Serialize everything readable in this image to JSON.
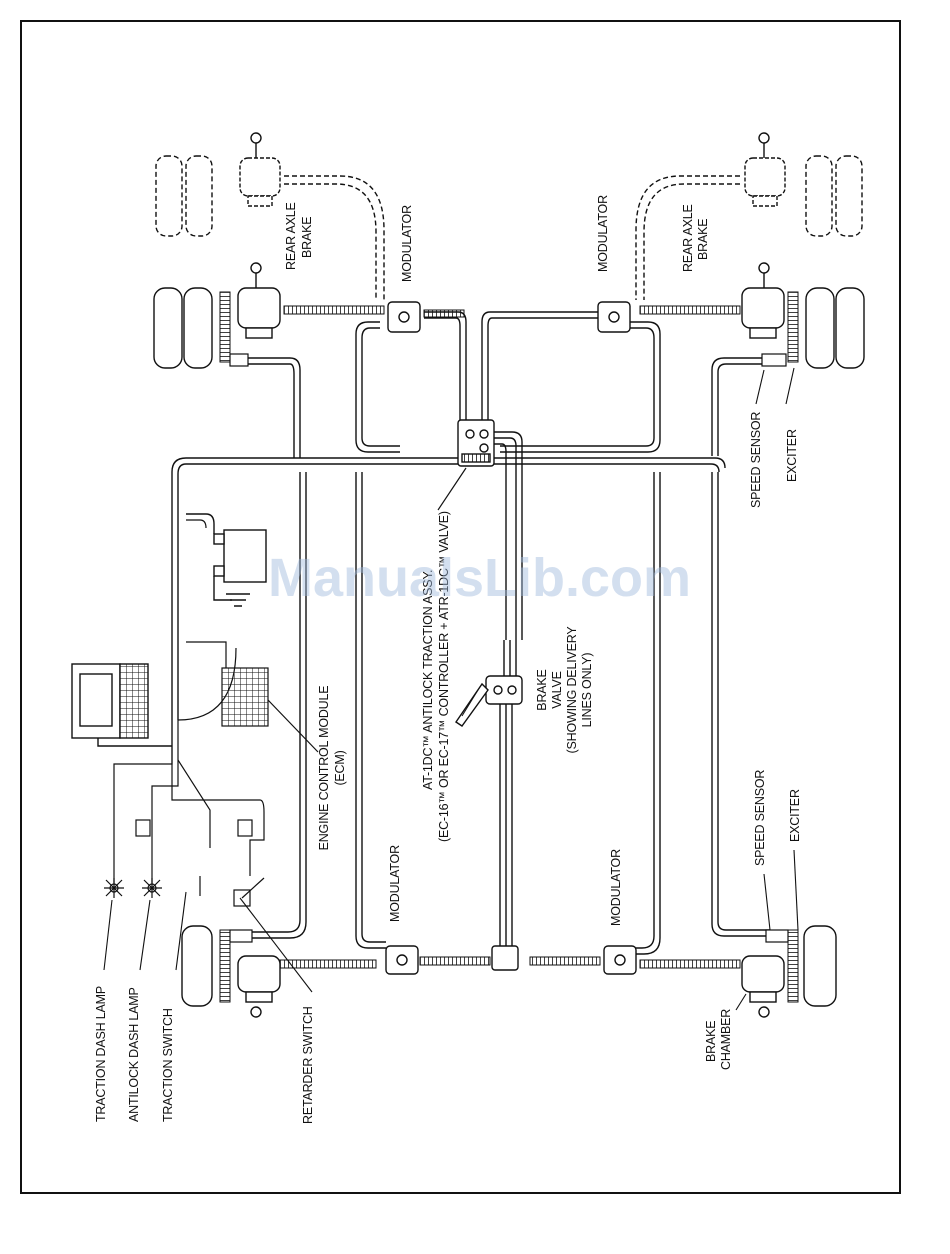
{
  "watermark": "ManualsLib.com",
  "labels": {
    "rear_axle_brake_left_1": "REAR AXLE",
    "rear_axle_brake_left_2": "BRAKE",
    "modulator_top_left": "MODULATOR",
    "modulator_top_right": "MODULATOR",
    "rear_axle_brake_right_1": "REAR AXLE",
    "rear_axle_brake_right_2": "BRAKE",
    "speed_sensor_top": "SPEED SENSOR",
    "exciter_top": "EXCITER",
    "ecu_line1": "AT-1DC™ ANTILOCK TRACTION ASSY.",
    "ecu_line2": "(EC-16™ OR EC-17™ CONTROLLER + ATR-1DC™ VALVE)",
    "brake_valve_1": "BRAKE",
    "brake_valve_2": "VALVE",
    "brake_valve_3": "(SHOWING DELIVERY",
    "brake_valve_4": "LINES ONLY)",
    "ecm_1": "ENGINE CONTROL MODULE",
    "ecm_2": "(ECM)",
    "modulator_bottom_left": "MODULATOR",
    "modulator_bottom_right": "MODULATOR",
    "speed_sensor_bottom": "SPEED SENSOR",
    "exciter_bottom": "EXCITER",
    "traction_dash_lamp": "TRACTION DASH LAMP",
    "antilock_dash_lamp": "ANTILOCK DASH LAMP",
    "traction_switch": "TRACTION SWITCH",
    "retarder_switch": "RETARDER SWITCH",
    "brake_chamber_1": "BRAKE",
    "brake_chamber_2": "CHAMBER"
  }
}
